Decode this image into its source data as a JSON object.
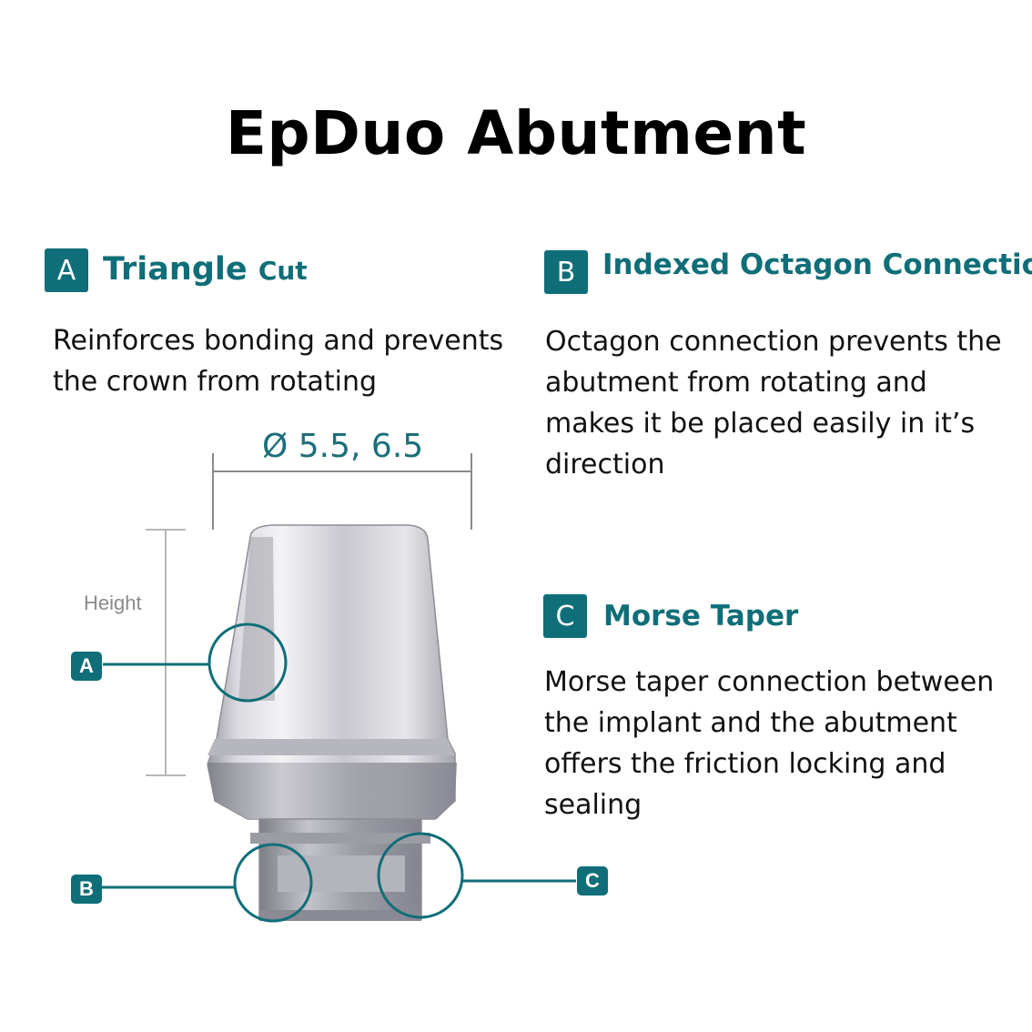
{
  "title": "EpDuo Abutment",
  "features": [
    {
      "badge": "A",
      "heading_main": "Triangle",
      "heading_small": "Cut",
      "description_lines": [
        "Reinforces bonding and prevents",
        "the crown from rotating"
      ]
    },
    {
      "badge": "B",
      "heading_main": "Indexed Octagon Connection",
      "description_lines": [
        "Octagon connection prevents the",
        "abutment from rotating and",
        "makes it be placed easily in it’s",
        "direction"
      ]
    },
    {
      "badge": "C",
      "heading_main": "Morse Taper",
      "description_lines": [
        "Morse taper connection between",
        "the implant and the abutment",
        "offers the friction locking and",
        "sealing"
      ]
    }
  ],
  "diagram": {
    "diameter_label": "Ø 5.5, 6.5",
    "height_label": "Height",
    "callouts": [
      "A",
      "B",
      "C"
    ],
    "accent_color": "#0f6e78",
    "metal_color": "#c9c9cf"
  }
}
